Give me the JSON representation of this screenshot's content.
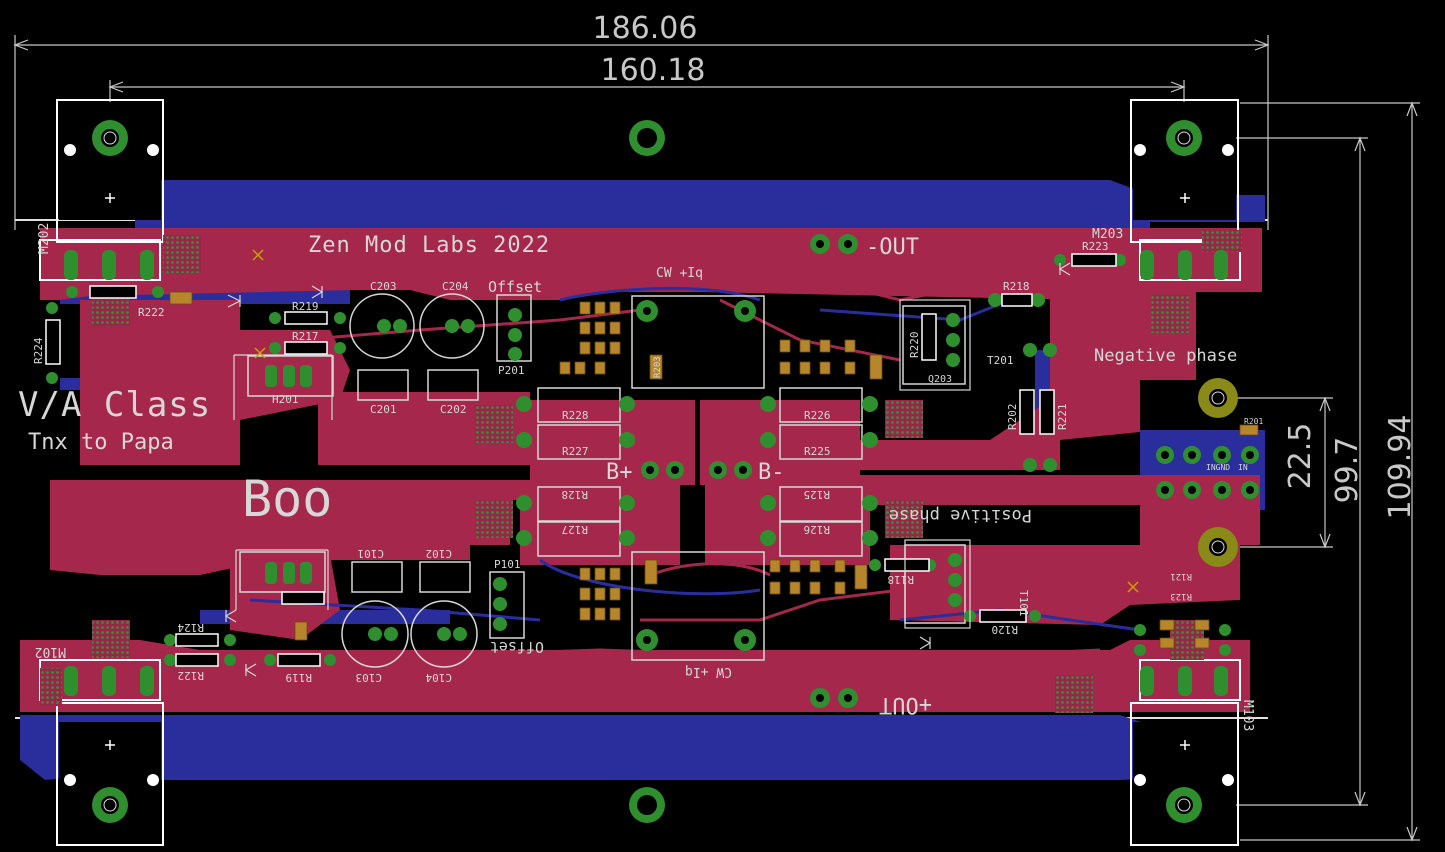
{
  "dimensions": {
    "overall_width": "186.06",
    "inner_width": "160.18",
    "overall_height": "109.94",
    "inner_height": "99.7",
    "pin_spacing": "22.5"
  },
  "labels": {
    "brand": "Zen Mod Labs 2022",
    "class": "V/A Class",
    "thanks": "Tnx to Papa",
    "name": "Boo",
    "neg_phase": "Negative phase",
    "pos_phase": "Positive phase",
    "out_minus": "-OUT",
    "out_plus": "+OUT",
    "b_plus": "B+",
    "b_minus": "B-",
    "ccs_top": "CW +Iq",
    "ccs_bottom": "CW +Iq",
    "offset_top": "Offset",
    "offset_bottom": "Offset",
    "ingnd": "INGND",
    "in": "IN"
  },
  "designators": {
    "m202": "M202",
    "m203": "M203",
    "m102": "M102",
    "m103": "M103",
    "r222": "R222",
    "r224": "R224",
    "r219": "R219",
    "r217": "R217",
    "h201": "H201",
    "c203": "C203",
    "c204": "C204",
    "c201": "C201",
    "c202": "C202",
    "p201": "P201",
    "r228": "R228",
    "r227": "R227",
    "r226": "R226",
    "r225": "R225",
    "r128": "R128",
    "r127": "R127",
    "r125": "R125",
    "r126": "R126",
    "r218": "R218",
    "r223": "R223",
    "r220": "R220",
    "q203": "Q203",
    "t201": "T201",
    "r202": "R202",
    "r221": "R221",
    "r201": "R201",
    "c101": "C101",
    "c102": "C102",
    "c103": "C103",
    "c104": "C104",
    "p101": "P101",
    "r119": "R119",
    "r122": "R122",
    "r124": "R124",
    "r118": "R118",
    "r120": "R120",
    "t101": "T101",
    "r123": "R123",
    "r121": "R121",
    "r203": "R203"
  },
  "colors": {
    "background": "#000000",
    "top_copper": "#a6274c",
    "bottom_copper": "#2a2d9c",
    "pad_green": "#2f8f2f",
    "silk": "#d7d7d7",
    "smd_pad": "#b8862a",
    "hatch": "#3a7a3a"
  }
}
